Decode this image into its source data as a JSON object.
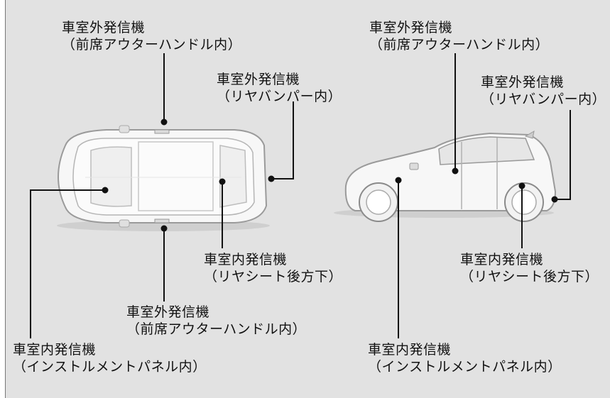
{
  "labels": {
    "top_left_upper_handle": {
      "line1": "車室外発信機",
      "line2": "（前席アウターハンドル内）"
    },
    "top_left_rear_bumper": {
      "line1": "車室外発信機",
      "line2": "（リヤバンパー内）"
    },
    "top_left_rear_seat": {
      "line1": "車室内発信機",
      "line2": "（リヤシート後方下）"
    },
    "top_left_lower_handle": {
      "line1": "車室外発信機",
      "line2": "（前席アウターハンドル内）"
    },
    "top_left_instrument": {
      "line1": "車室内発信機",
      "line2": "（インストルメントパネル内）"
    },
    "side_handle": {
      "line1": "車室外発信機",
      "line2": "（前席アウターハンドル内）"
    },
    "side_rear_bumper": {
      "line1": "車室外発信機",
      "line2": "（リヤバンパー内）"
    },
    "side_rear_seat": {
      "line1": "車室内発信機",
      "line2": "（リヤシート後方下）"
    },
    "side_instrument": {
      "line1": "車室内発信機",
      "line2": "（インストルメントパネル内）"
    }
  },
  "colors": {
    "panel": "#e2e2e2",
    "line": "#111111",
    "car_body": "#f7f7f7",
    "car_stroke": "#9a9a9a"
  }
}
